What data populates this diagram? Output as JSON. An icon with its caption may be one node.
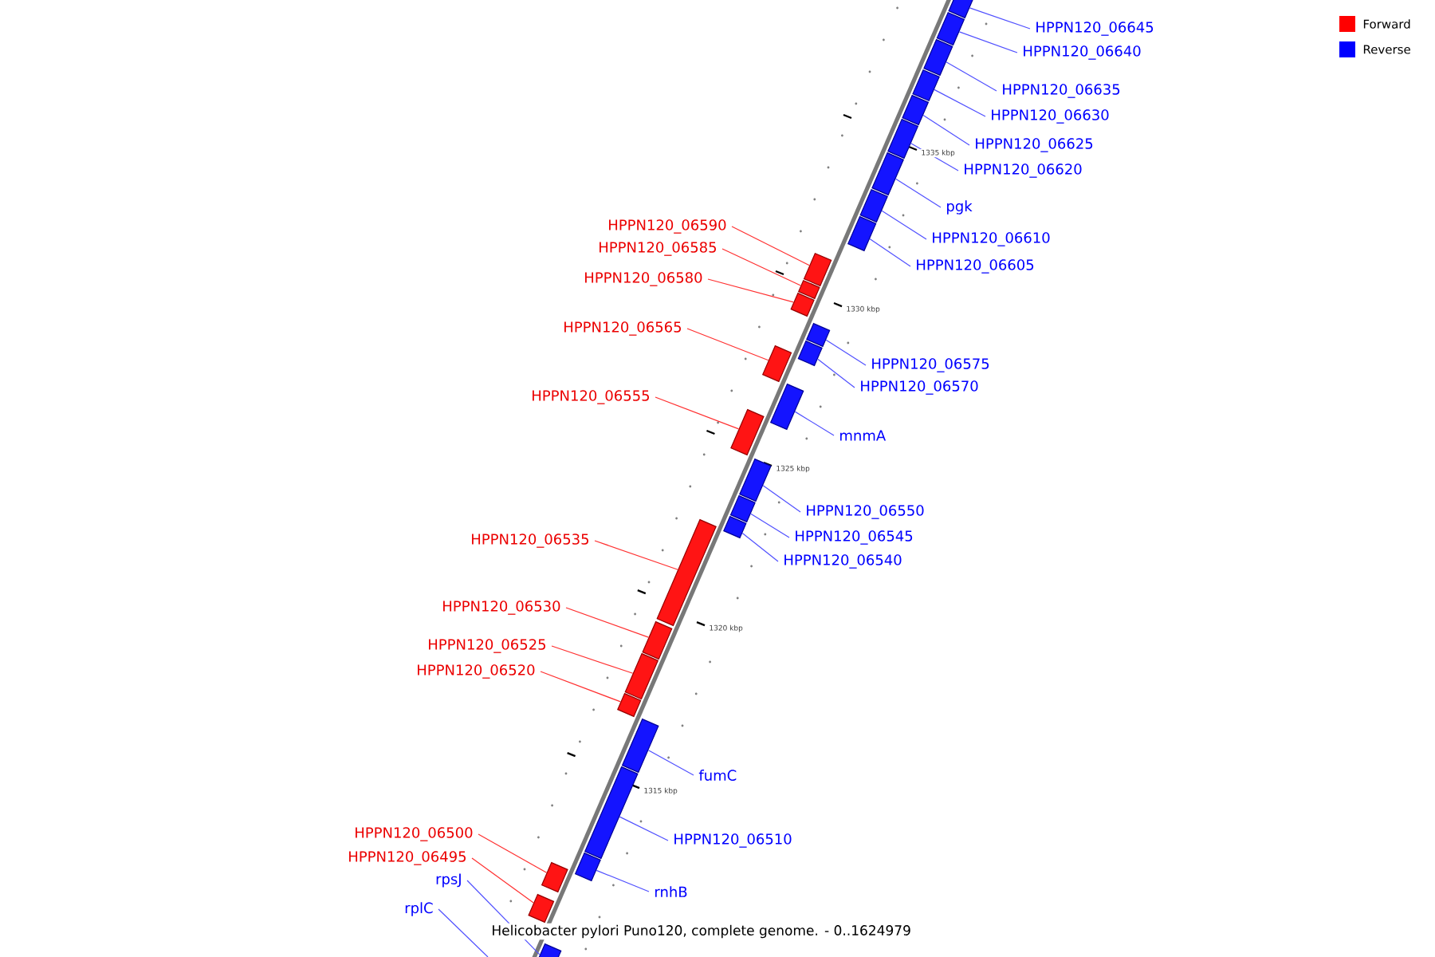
{
  "diagram": {
    "caption": "Helicobacter pylori Puno120, complete genome. - 0..1624979",
    "nodes": [
      {
        "text": [
          "HPPN120_06645"
        ]
      },
      {
        "text": [],
        "shape": "bar"
      },
      {
        "text": [
          "HPPN120_06640"
        ]
      },
      {
        "text": [],
        "shape": "bar"
      },
      {
        "text": [
          "HPPN120_06635"
        ]
      },
      {
        "text": [],
        "shape": "bar"
      },
      {
        "text": [
          "HPPN120_06630"
        ]
      },
      {
        "text": [],
        "shape": "bar"
      },
      {
        "text": [
          "HPPN120_06625"
        ]
      },
      {
        "text": [],
        "shape": "bar"
      },
      {
        "text": [
          "HPPN120_06620"
        ]
      },
      {
        "text": [],
        "shape": "bar"
      },
      {
        "text": [
          "pgk"
        ]
      },
      {
        "text": [],
        "shape": "bar"
      },
      {
        "text": [
          "HPPN120_06590"
        ]
      },
      {
        "text": [],
        "shape": "bar"
      },
      {
        "text": [
          "HPPN120_06610"
        ]
      },
      {
        "text": [],
        "shape": "bar"
      },
      {
        "text": [
          "HPPN120_06585"
        ]
      },
      {
        "text": [],
        "shape": "bar"
      },
      {
        "text": [
          "HPPN120_06605"
        ]
      },
      {
        "text": [],
        "shape": "bar"
      },
      {
        "text": [
          "HPPN120_06580"
        ]
      },
      {
        "text": [],
        "shape": "bar"
      },
      {
        "text": [
          "HPPN120_06565"
        ]
      },
      {
        "text": [],
        "shape": "bar"
      },
      {
        "text": [
          "HPPN120_06575"
        ]
      },
      {
        "text": [],
        "shape": "bar"
      },
      {
        "text": [
          "HPPN120_06570"
        ]
      },
      {
        "text": [],
        "shape": "bar"
      },
      {
        "text": [
          "HPPN120_06555"
        ]
      },
      {
        "text": [],
        "shape": "bar"
      },
      {
        "text": [
          "mnmA"
        ]
      },
      {
        "text": [],
        "shape": "bar"
      },
      {
        "text": [
          "HPPN120_06550"
        ]
      },
      {
        "text": [],
        "shape": "bar"
      },
      {
        "text": [
          "HPPN120_06545"
        ]
      },
      {
        "text": [],
        "shape": "bar"
      },
      {
        "text": [
          "HPPN120_06535"
        ]
      },
      {
        "text": [],
        "shape": "bar"
      },
      {
        "text": [
          "HPPN120_06540"
        ]
      },
      {
        "text": [],
        "shape": "bar"
      },
      {
        "text": [
          "HPPN120_06530"
        ]
      },
      {
        "text": [],
        "shape": "bar"
      },
      {
        "text": [
          "HPPN120_06525"
        ]
      },
      {
        "text": [],
        "shape": "bar"
      },
      {
        "text": [
          "HPPN120_06520"
        ]
      },
      {
        "text": [],
        "shape": "bar"
      },
      {
        "text": [
          "fumC"
        ]
      },
      {
        "text": [],
        "shape": "bar"
      },
      {
        "text": [
          "HPPN120_06500"
        ]
      },
      {
        "text": [],
        "shape": "bar"
      },
      {
        "text": [
          "HPPN120_06510"
        ]
      },
      {
        "text": [],
        "shape": "bar"
      },
      {
        "text": [
          "HPPN120_06495"
        ]
      },
      {
        "text": [],
        "shape": "bar"
      },
      {
        "text": [
          "rpsJ"
        ]
      },
      {
        "text": [],
        "shape": "bar"
      },
      {
        "text": [
          "rnhB"
        ]
      },
      {
        "text": [],
        "shape": "bar"
      },
      {
        "text": [
          "rplC"
        ]
      }
    ],
    "edges": [
      {
        "from": 0,
        "to": 1,
        "arrow": "none"
      },
      {
        "from": 2,
        "to": 3,
        "arrow": "none"
      },
      {
        "from": 4,
        "to": 5,
        "arrow": "none"
      },
      {
        "from": 6,
        "to": 7,
        "arrow": "none"
      },
      {
        "from": 8,
        "to": 9,
        "arrow": "none"
      },
      {
        "from": 10,
        "to": 11,
        "arrow": "none"
      },
      {
        "from": 12,
        "to": 13,
        "arrow": "none"
      },
      {
        "from": 14,
        "to": 15,
        "arrow": "none",
        "color": "#ff3030"
      },
      {
        "from": 16,
        "to": 17,
        "arrow": "none"
      },
      {
        "from": 18,
        "to": 19,
        "arrow": "none",
        "color": "#ff3030"
      },
      {
        "from": 20,
        "to": 21,
        "arrow": "none"
      },
      {
        "from": 22,
        "to": 23,
        "arrow": "none",
        "color": "#ff3030"
      },
      {
        "from": 24,
        "to": 25,
        "arrow": "none",
        "color": "#ff3030"
      },
      {
        "from": 26,
        "to": 27,
        "arrow": "none"
      },
      {
        "from": 28,
        "to": 29,
        "arrow": "none"
      },
      {
        "from": 30,
        "to": 31,
        "arrow": "none",
        "color": "#ff3030"
      },
      {
        "from": 32,
        "to": 33,
        "arrow": "none"
      },
      {
        "from": 34,
        "to": 35,
        "arrow": "none"
      },
      {
        "from": 36,
        "to": 37,
        "arrow": "none"
      },
      {
        "from": 38,
        "to": 39,
        "arrow": "none",
        "color": "#ff3030"
      },
      {
        "from": 40,
        "to": 41,
        "arrow": "none"
      },
      {
        "from": 42,
        "to": 43,
        "arrow": "none",
        "color": "#ff3030"
      },
      {
        "from": 44,
        "to": 45,
        "arrow": "none",
        "color": "#ff3030"
      },
      {
        "from": 46,
        "to": 47,
        "arrow": "none",
        "color": "#ff3030"
      },
      {
        "from": 48,
        "to": 49,
        "arrow": "none"
      },
      {
        "from": 50,
        "to": 51,
        "arrow": "none",
        "color": "#ff3030"
      },
      {
        "from": 52,
        "to": 53,
        "arrow": "none"
      },
      {
        "from": 54,
        "to": 55,
        "arrow": "none",
        "color": "#ff3030"
      },
      {
        "from": 56,
        "to": 57,
        "arrow": "none"
      },
      {
        "from": 58,
        "to": 59,
        "arrow": "none"
      },
      {
        "from": 60,
        "to": null,
        "arrow": "none"
      }
    ],
    "labels": [
      "1335 kbp",
      "1330 kbp",
      "1325 kbp",
      "1320 kbp",
      "1315 kbp"
    ],
    "legend": [
      {
        "text": "Forward",
        "color": "#ff0000"
      },
      {
        "text": "Reverse",
        "color": "#0000ff"
      }
    ]
  }
}
